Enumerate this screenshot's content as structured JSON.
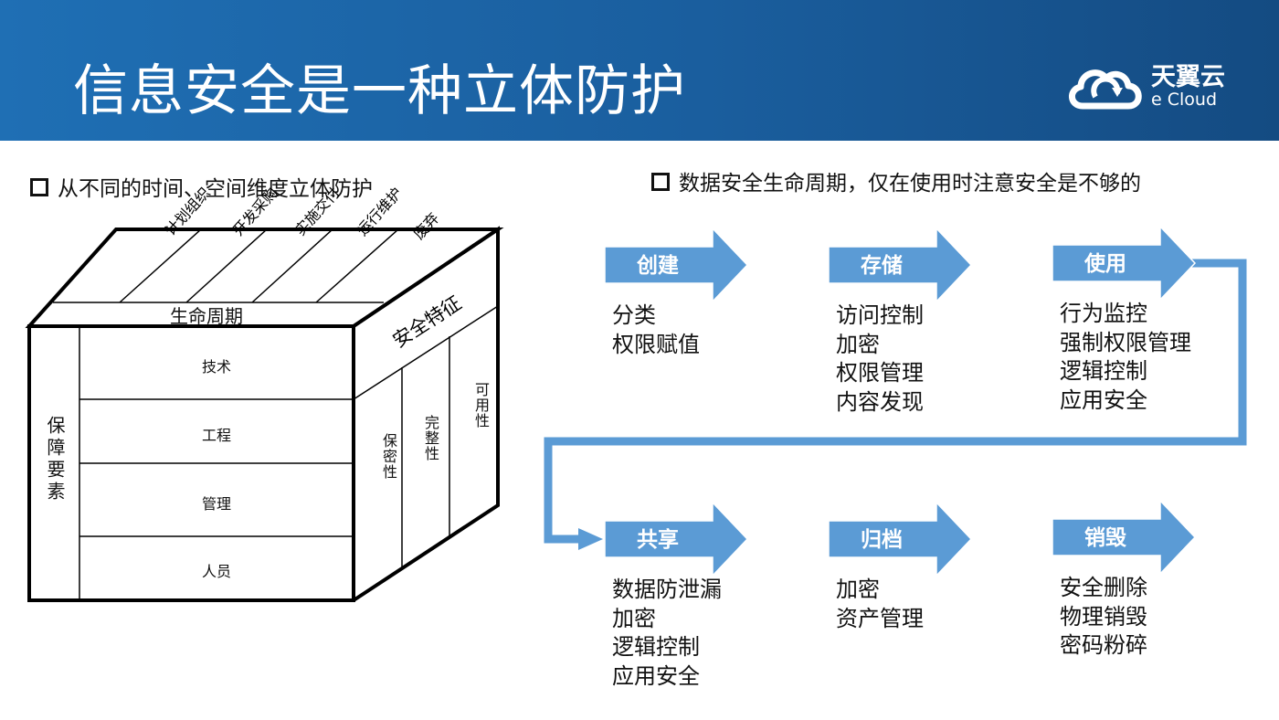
{
  "header": {
    "title": "信息安全是一种立体防护",
    "logo_cn": "天翼云",
    "logo_en": "e Cloud"
  },
  "left": {
    "heading": "从不同的时间、空间维度立体防护",
    "cube": {
      "top_items": [
        "计划组织",
        "开发采购",
        "实施交付",
        "运行维护",
        "废弃"
      ],
      "top_label": "生命周期",
      "side_label": "保障要素",
      "rows": [
        "技术",
        "工程",
        "管理",
        "人员"
      ],
      "right_label": "安全特征",
      "right_items": [
        "保密性",
        "完整性",
        "可用性"
      ]
    }
  },
  "right": {
    "heading": "数据安全生命周期，仅在使用时注意安全是不够的",
    "accent_color": "#5b9bd5",
    "stages": [
      {
        "label": "创建",
        "items": [
          "分类",
          "权限赋值"
        ]
      },
      {
        "label": "存储",
        "items": [
          "访问控制",
          "加密",
          "权限管理",
          "内容发现"
        ]
      },
      {
        "label": "使用",
        "items": [
          "行为监控",
          "强制权限管理",
          "逻辑控制",
          "应用安全"
        ]
      },
      {
        "label": "共享",
        "items": [
          "数据防泄漏",
          "加密",
          "逻辑控制",
          "应用安全"
        ]
      },
      {
        "label": "归档",
        "items": [
          "加密",
          "资产管理"
        ]
      },
      {
        "label": "销毁",
        "items": [
          "安全删除",
          "物理销毁",
          "密码粉碎"
        ]
      }
    ]
  }
}
